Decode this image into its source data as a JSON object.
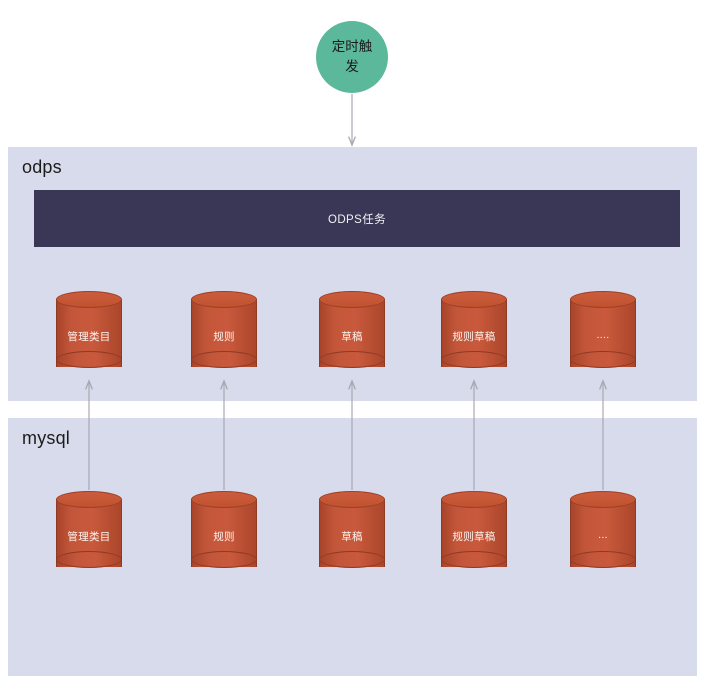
{
  "diagram": {
    "trigger": {
      "label": "定时触发",
      "shape": "circle",
      "color": "#5bb89b"
    },
    "panels": [
      {
        "id": "odps",
        "title": "odps",
        "color": "#d8dbeb",
        "task_bar": {
          "label": "ODPS任务",
          "color": "#3a3655",
          "text_color": "#f2f2f5"
        },
        "tables": [
          {
            "label": "管理类目"
          },
          {
            "label": "规则"
          },
          {
            "label": "草稿"
          },
          {
            "label": "规则草稿"
          },
          {
            "label": "...."
          }
        ]
      },
      {
        "id": "mysql",
        "title": "mysql",
        "color": "#d8dbeb",
        "tables": [
          {
            "label": "管理类目"
          },
          {
            "label": "规则"
          },
          {
            "label": "草稿"
          },
          {
            "label": "规则草稿"
          },
          {
            "label": "..."
          }
        ]
      }
    ],
    "connectors": {
      "trigger_to_odps": {
        "from": "定时触发",
        "to": "odps",
        "style": "arrow-down"
      },
      "mysql_to_odps": {
        "style": "arrow-up",
        "count": 5,
        "color": "#a8a8b2"
      }
    },
    "colors": {
      "cylinder": "#c3563a",
      "cylinder_edge": "#8e3a24",
      "panel": "#d8dbeb",
      "task_bar": "#3a3655",
      "trigger": "#5bb89b",
      "arrow": "#a8a8b2",
      "background": "#ffffff"
    }
  }
}
